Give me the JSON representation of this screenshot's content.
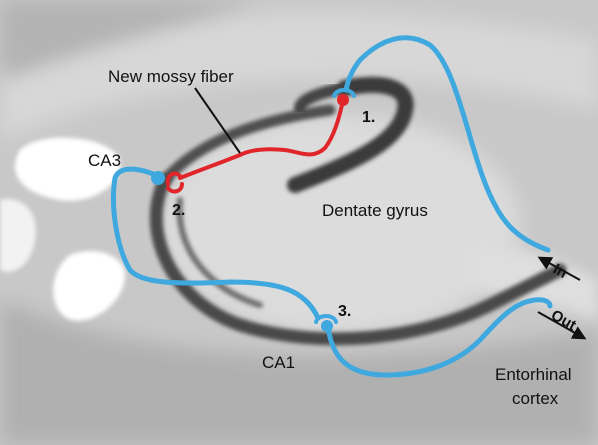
{
  "labels": {
    "new_mossy_fiber": "New mossy fiber",
    "ca3": "CA3",
    "dentate_gyrus": "Dentate gyrus",
    "ca1": "CA1",
    "entorhinal_line1": "Entorhinal",
    "entorhinal_line2": "cortex",
    "in": "In",
    "out": "Out"
  },
  "synapses": {
    "s1": "1.",
    "s2": "2.",
    "s3": "3."
  },
  "colors": {
    "pathway": "#3fa9df",
    "mossy_fiber": "#e0262a",
    "background_tissue": "#c9c9c9",
    "cell_layer": "#555555"
  }
}
